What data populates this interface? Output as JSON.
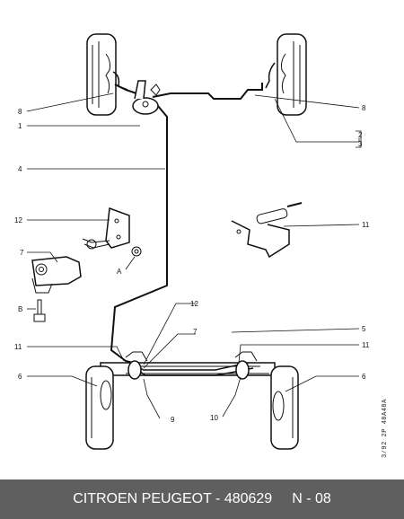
{
  "callouts": {
    "c1": "1",
    "c2": "2",
    "c3": "3",
    "c4": "4",
    "c5": "5",
    "c6_left": "6",
    "c6_right": "6",
    "c7_top": "7",
    "c7_bottom": "7",
    "c8_left": "8",
    "c8_right": "8",
    "c9": "9",
    "c10": "10",
    "c11_mid": "11",
    "c11_left": "11",
    "c11_right": "11",
    "c12_left": "12",
    "c12_right": "12",
    "cA": "A",
    "cB": "B"
  },
  "side_ref": "3/92 2P 48A48A",
  "footer": {
    "part_text": "CITROEN PEUGEOT - 480629",
    "page_code": "N - 08"
  }
}
